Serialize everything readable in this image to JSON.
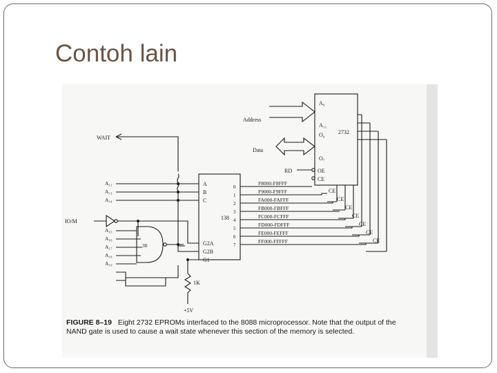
{
  "slide": {
    "title": "Contoh lain"
  },
  "figure": {
    "eprom": {
      "part": "2732",
      "addr_top": "A₀",
      "addr_bottom": "A₁₁",
      "data_top": "O₀",
      "data_bottom": "O₇",
      "oe": "OE",
      "ce": "CE",
      "stack_ce": [
        "CE",
        "CE",
        "CE",
        "CE",
        "CE",
        "CE",
        "CE"
      ]
    },
    "bus": {
      "address": "Address",
      "data": "Data",
      "rd": "RD"
    },
    "wait_label": "WAIT",
    "decoder": {
      "name": "138",
      "inputs": [
        "A",
        "B",
        "C"
      ],
      "enables": [
        "G2A",
        "G2B",
        "G1"
      ],
      "outputs": [
        "0",
        "1",
        "2",
        "3",
        "4",
        "5",
        "6",
        "7"
      ]
    },
    "decoder_input_labels": [
      "A₁₂",
      "A₁₃",
      "A₁₄"
    ],
    "nand_inputs": [
      "A₁₅",
      "A₁₆",
      "A₁₇",
      "A₁₈",
      "A₁₉"
    ],
    "nand_label": "30",
    "io_m": "IO/M",
    "resistor": "1K",
    "vcc": "+5V",
    "ranges": [
      "F8000-F8FFF",
      "F9000-F9FFF",
      "FA000-FAFFF",
      "FB000-FBFFF",
      "FC000-FCFFF",
      "FD000-FDFFF",
      "FE000-FEFFF",
      "FF000-FFFFF"
    ],
    "caption": {
      "label": "FIGURE 8–19",
      "line1": "Eight 2732 EPROMs interfaced to the 8088 microprocessor. Note that the output of the",
      "line2": "NAND gate is used to cause a wait state whenever this section of the memory is selected."
    }
  }
}
